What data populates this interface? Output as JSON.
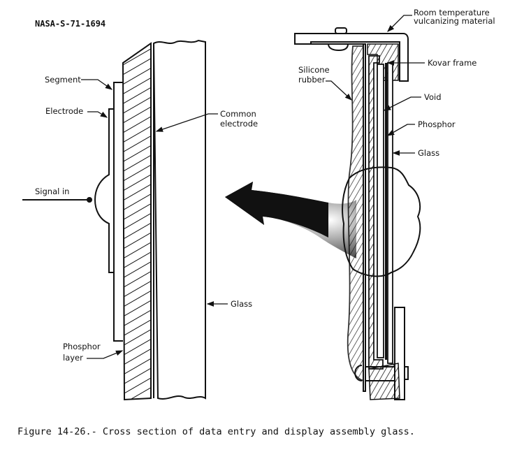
{
  "figure_id": "NASA-S-71-1694",
  "caption": "Figure 14-26.- Cross section of data entry and display assembly glass.",
  "left_diagram": {
    "labels": {
      "segment": "Segment",
      "electrode": "Electrode",
      "signal_in": "Signal in",
      "common_electrode_1": "Common",
      "common_electrode_2": "electrode",
      "glass": "Glass",
      "phosphor_layer_1": "Phosphor",
      "phosphor_layer_2": "layer"
    }
  },
  "right_diagram": {
    "labels": {
      "rtv_1": "Room temperature",
      "rtv_2": "vulcanizing material",
      "kovar_frame": "Kovar frame",
      "silicone_1": "Silicone",
      "silicone_2": "rubber",
      "void": "Void",
      "phosphor": "Phosphor",
      "glass": "Glass"
    }
  }
}
